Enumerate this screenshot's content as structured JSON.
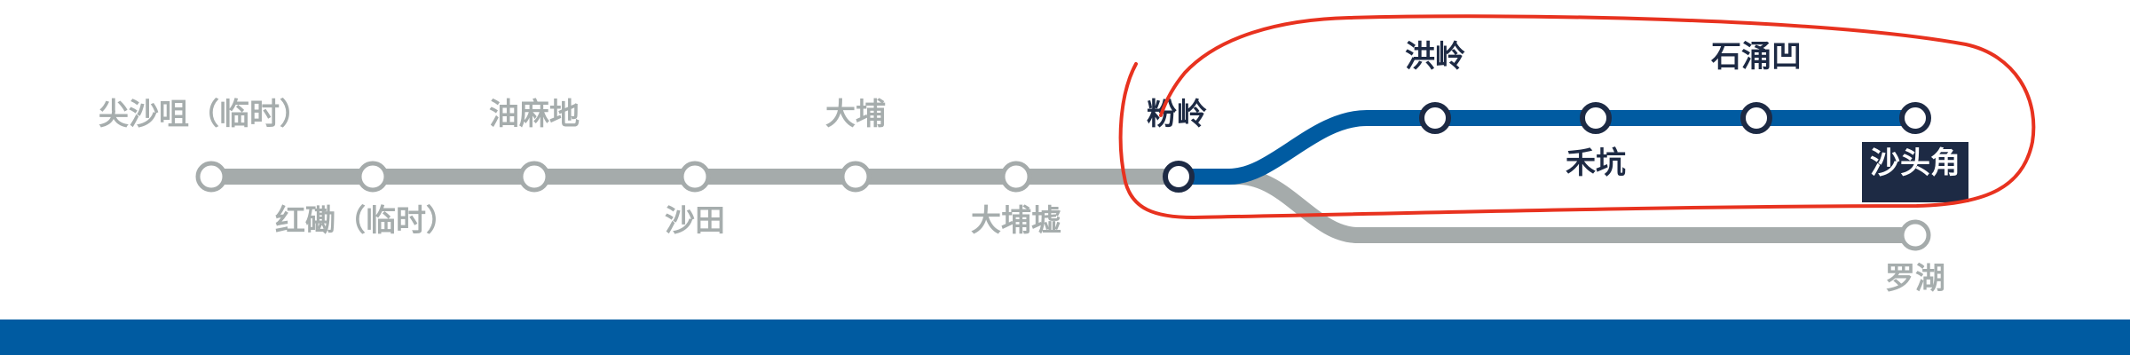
{
  "colors": {
    "inactive_line": "#a5abab",
    "active_line": "#005ba1",
    "inactive_label": "#a6adad",
    "active_label": "#1d2a44",
    "station_fill": "#ffffff",
    "station_border_inactive": "#a5abab",
    "station_border_active": "#1d2a44",
    "highlight_box": "#1d2a44",
    "annotation": "#e8321f",
    "footer_bar": "#005ba1"
  },
  "stations": {
    "jian_sha_zui": "尖沙咀（临时）",
    "hung_hom": "红磡（临时）",
    "yau_ma_tei": "油麻地",
    "sha_tin": "沙田",
    "tai_po": "大埔",
    "tai_po_market": "大埔墟",
    "fanling": "粉岭",
    "hung_leng": "洪岭",
    "wo_hang": "禾坑",
    "shek_chung_au": "石涌凹",
    "sha_tau_kok": "沙头角",
    "lo_wu": "罗湖"
  },
  "active_branch": [
    "粉岭",
    "洪岭",
    "禾坑",
    "石涌凹",
    "沙头角"
  ],
  "highlighted_station": "沙头角",
  "annotation": {
    "shape": "hand-drawn circle",
    "circled_stations": [
      "粉岭",
      "洪岭",
      "禾坑",
      "石涌凹",
      "沙头角"
    ]
  }
}
